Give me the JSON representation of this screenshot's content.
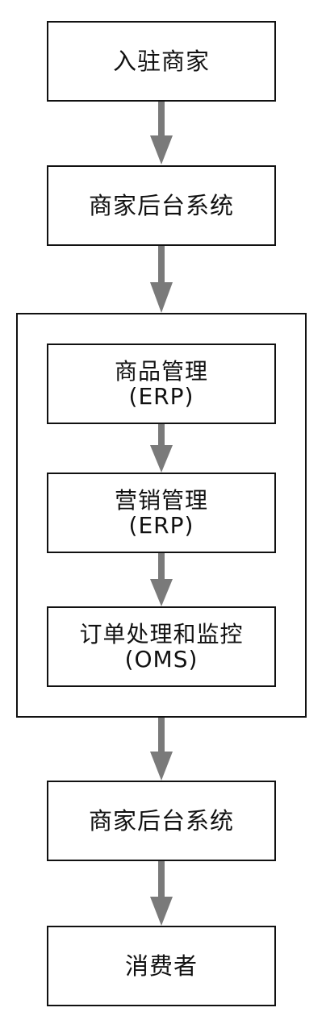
{
  "colors": {
    "border": "#111111",
    "arrow": "#7a7a7a",
    "background": "#ffffff"
  },
  "nodes": {
    "merchant_onboarding": {
      "label": "入驻商家"
    },
    "merchant_backend_top": {
      "label": "商家后台系统"
    },
    "product_management": {
      "label": "商品管理",
      "sublabel": "(ERP)"
    },
    "marketing_management": {
      "label": "营销管理",
      "sublabel": "(ERP)"
    },
    "order_processing": {
      "label": "订单处理和监控",
      "sublabel": "(OMS)"
    },
    "merchant_backend_bottom": {
      "label": "商家后台系统"
    },
    "consumer": {
      "label": "消费者"
    }
  },
  "edges": [
    {
      "from": "merchant_onboarding",
      "to": "merchant_backend_top"
    },
    {
      "from": "merchant_backend_top",
      "to": "backend_module_group"
    },
    {
      "from": "product_management",
      "to": "marketing_management"
    },
    {
      "from": "marketing_management",
      "to": "order_processing"
    },
    {
      "from": "backend_module_group",
      "to": "merchant_backend_bottom"
    },
    {
      "from": "merchant_backend_bottom",
      "to": "consumer"
    }
  ]
}
